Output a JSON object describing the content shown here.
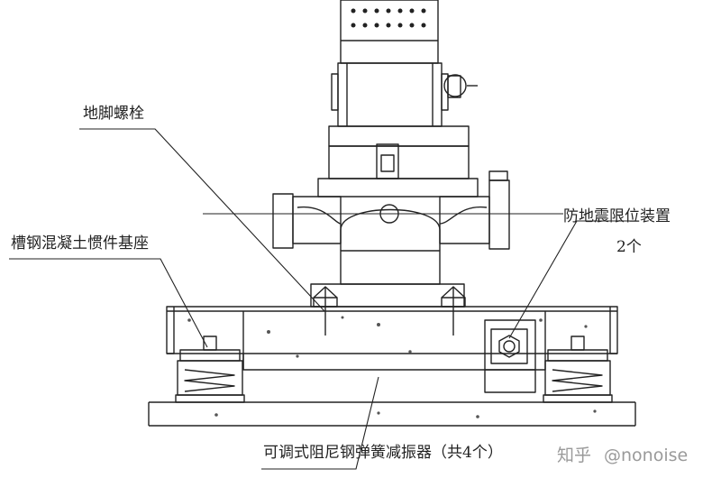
{
  "labels": {
    "anchor_bolt": "地脚螺栓",
    "channel_base": "槽钢混凝土惯件基座",
    "seismic_limiter": "防地震限位装置",
    "seismic_limiter_count": "2个",
    "damper": "可调式阻尼钢弹簧减振器（共4个）"
  },
  "watermark": {
    "site": "知乎",
    "user": "@nonoise"
  }
}
